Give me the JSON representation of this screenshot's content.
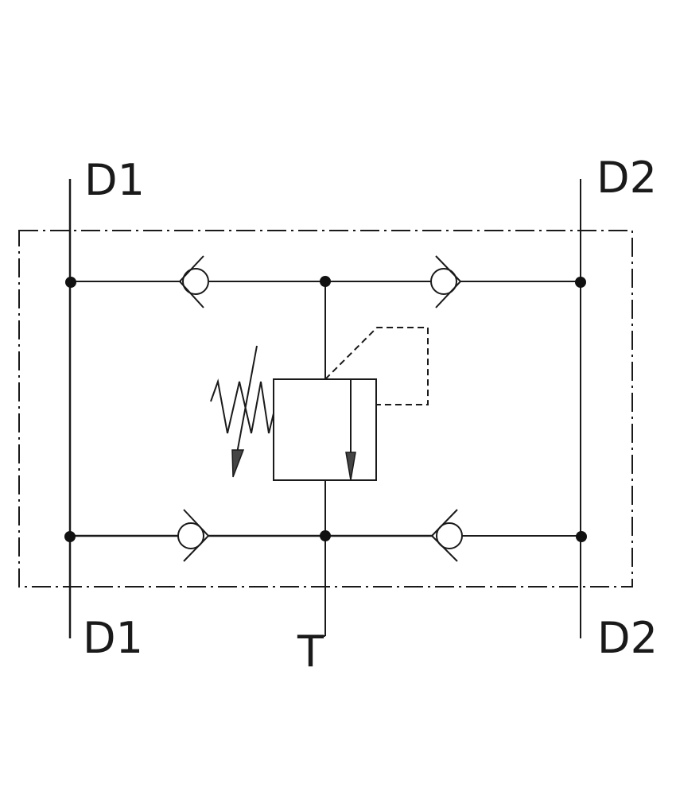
{
  "diagram": {
    "ports": {
      "d1_top": "D1",
      "d2_top": "D2",
      "d1_bottom": "D1",
      "tank": "T",
      "d2_bottom": "D2"
    },
    "components": [
      "check-valve",
      "check-valve",
      "check-valve",
      "check-valve",
      "pressure-relief-valve",
      "adjustable-spring",
      "pilot-line",
      "block-boundary"
    ],
    "colors": {
      "line": "#1a1a1a",
      "background": "#ffffff"
    }
  }
}
